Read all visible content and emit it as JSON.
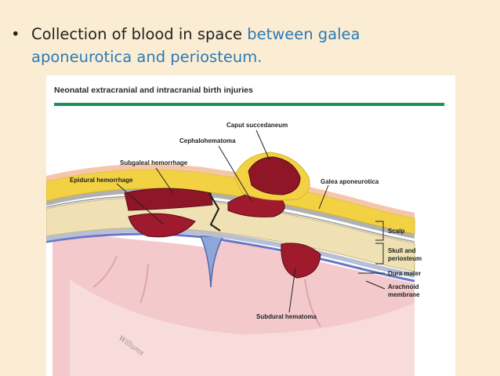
{
  "slide": {
    "bullet_glyph": "•",
    "text_plain": "Collection of blood in space ",
    "text_highlight_line1": "between galea",
    "text_highlight_line2": "aponeurotica and periosteum.",
    "highlight_color": "#2a7ab8",
    "background_color": "#fbedd3"
  },
  "figure": {
    "title": "Neonatal extracranial and intracranial birth injuries",
    "accent_color": "#1f8f5a",
    "labels": {
      "caput": "Caput succedaneum",
      "cephalohematoma": "Cephalohematoma",
      "subgaleal": "Subgaleal hemorrhage",
      "epidural": "Epidural hemorrhage",
      "galea": "Galea aponeurotica",
      "scalp": "Scalp",
      "skull_line1": "Skull and",
      "skull_line2": "periosteum",
      "dura": "Dura mater",
      "arachnoid_line1": "Arachnoid",
      "arachnoid_line2": "membrane",
      "subdural": "Subdural hematoma"
    },
    "signature": "Willums"
  }
}
